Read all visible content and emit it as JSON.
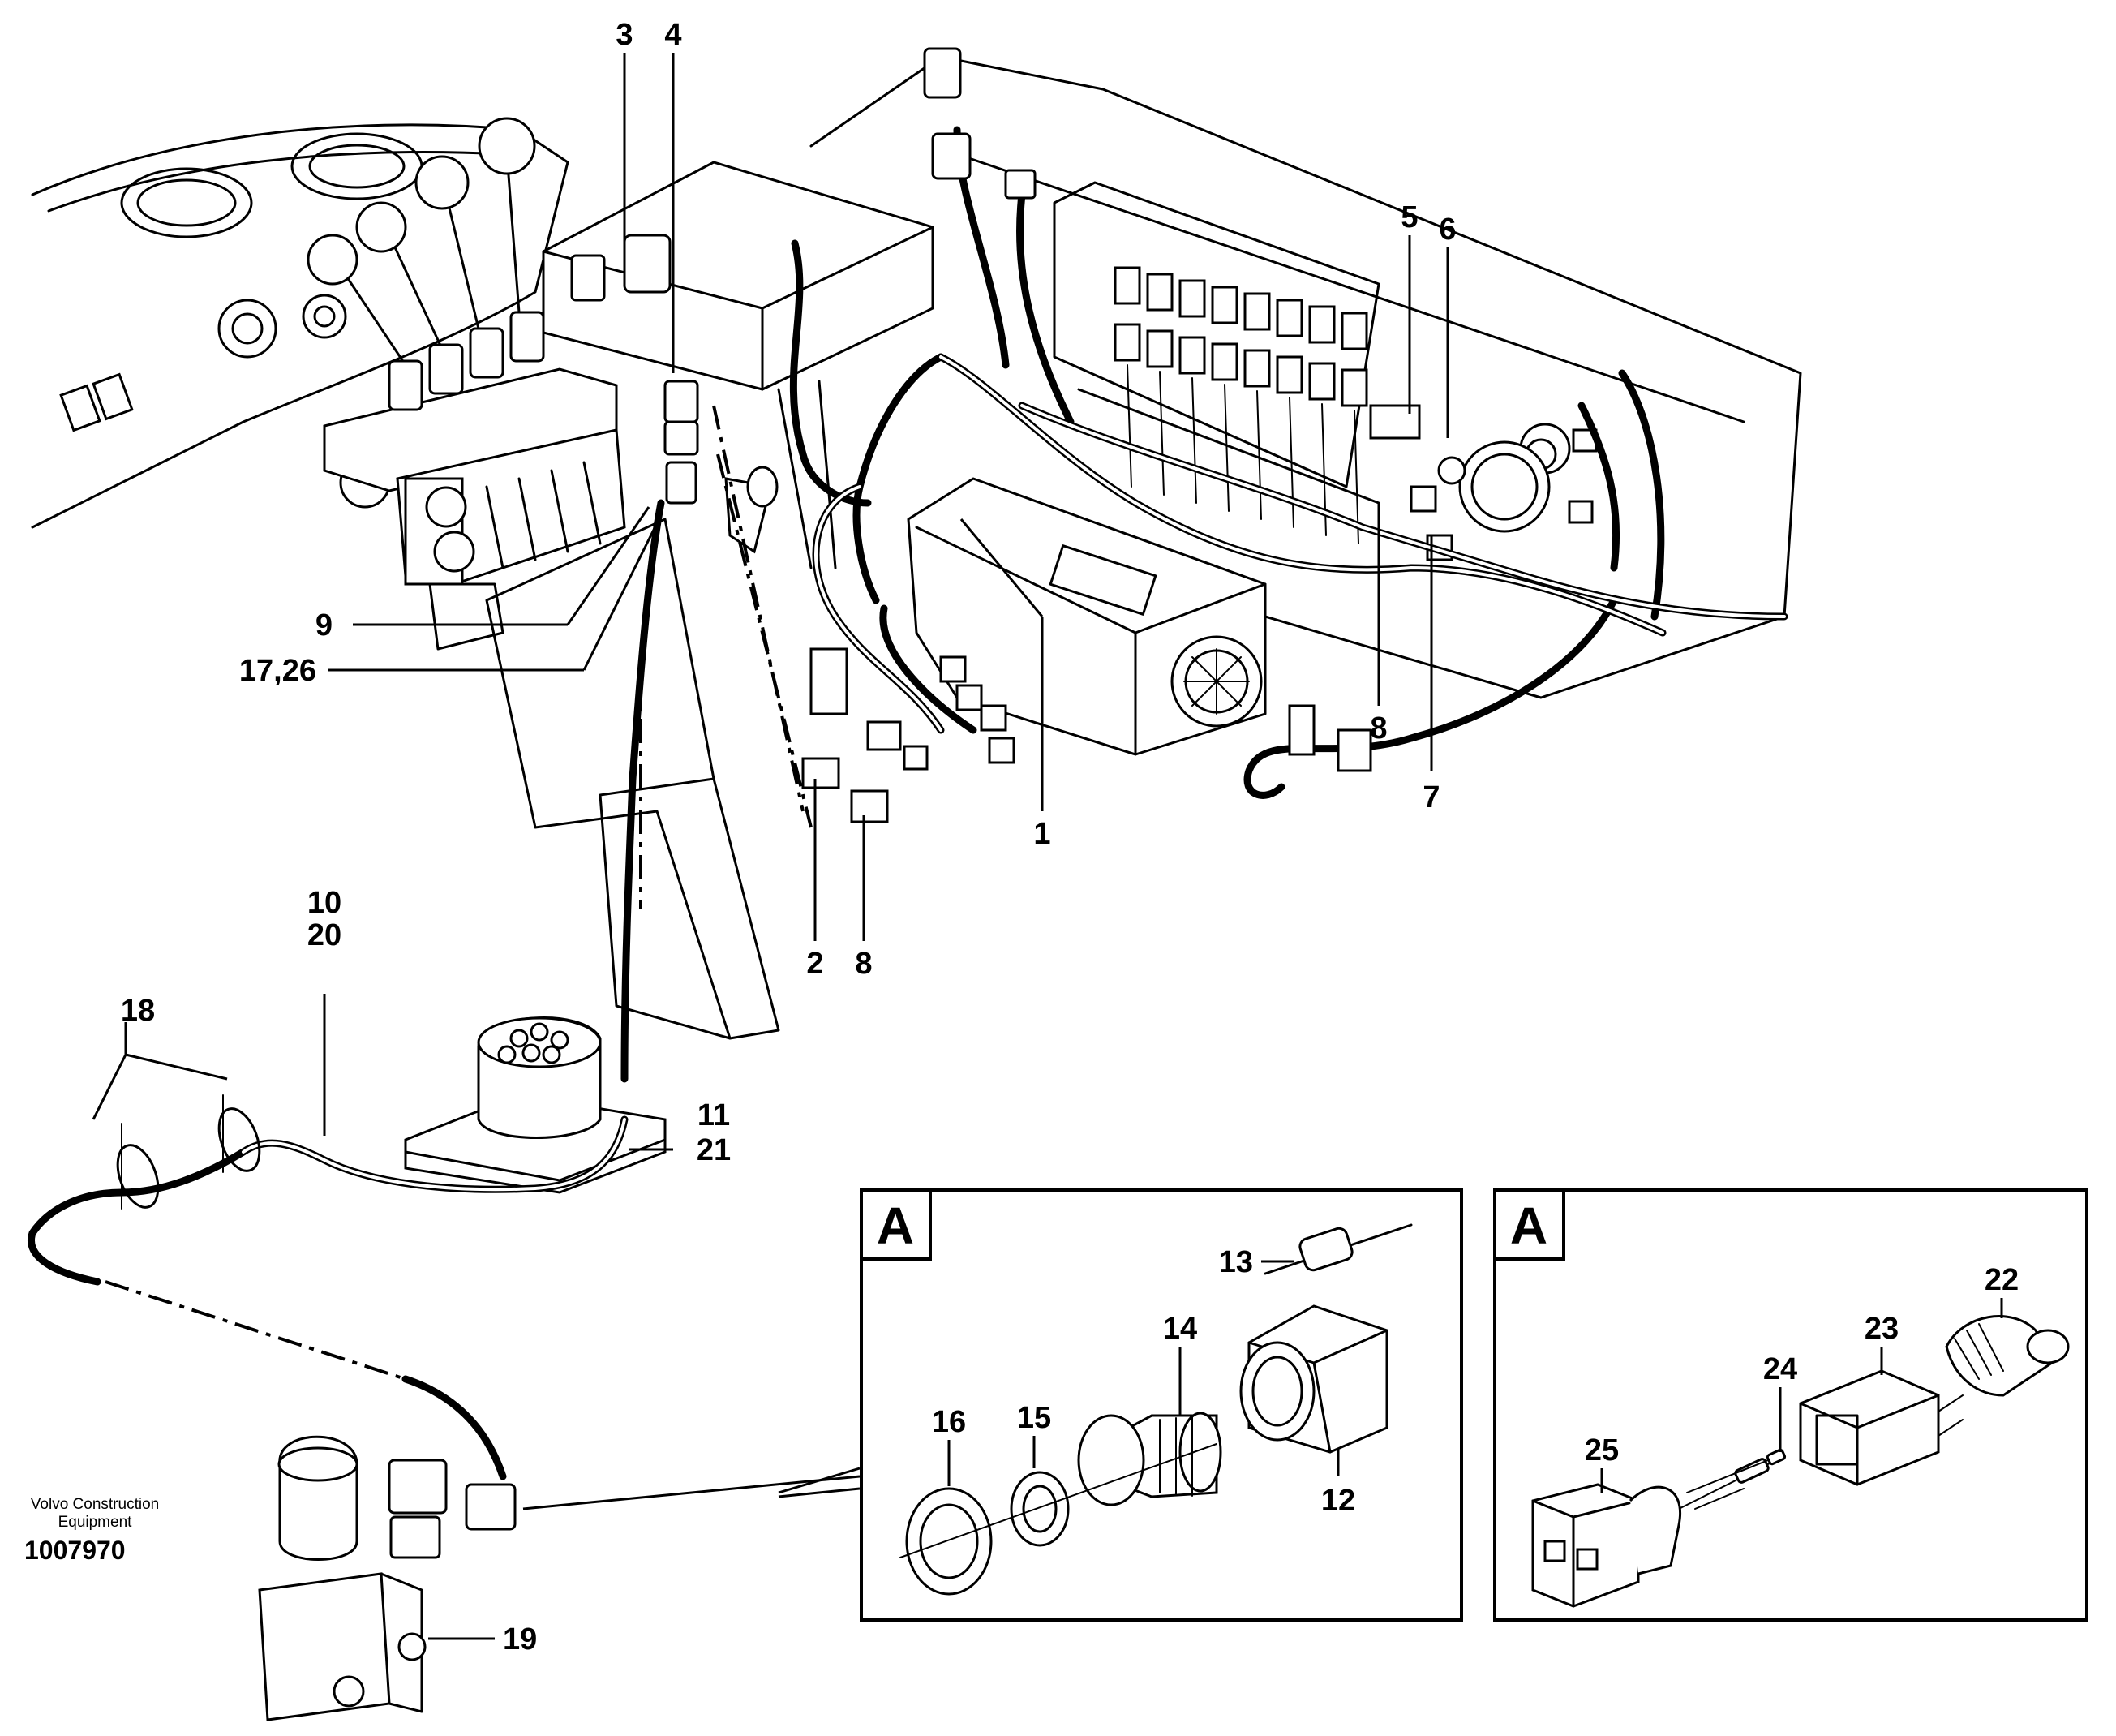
{
  "callouts": {
    "c1": "1",
    "c2": "2",
    "c3": "3",
    "c4": "4",
    "c5": "5",
    "c6": "6",
    "c7": "7",
    "c8a": "8",
    "c8b": "8",
    "c9": "9",
    "c10": "10",
    "c11": "11",
    "c12": "12",
    "c13": "13",
    "c14": "14",
    "c15": "15",
    "c16": "16",
    "c17_26": "17,26",
    "c18": "18",
    "c19": "19",
    "c20": "20",
    "c21": "21",
    "c22": "22",
    "c23": "23",
    "c24": "24",
    "c25": "25"
  },
  "insets": {
    "left_label": "A",
    "right_label": "A"
  },
  "credit": {
    "line1": "Volvo Construction",
    "line2": "Equipment",
    "figure_number": "1007970"
  }
}
